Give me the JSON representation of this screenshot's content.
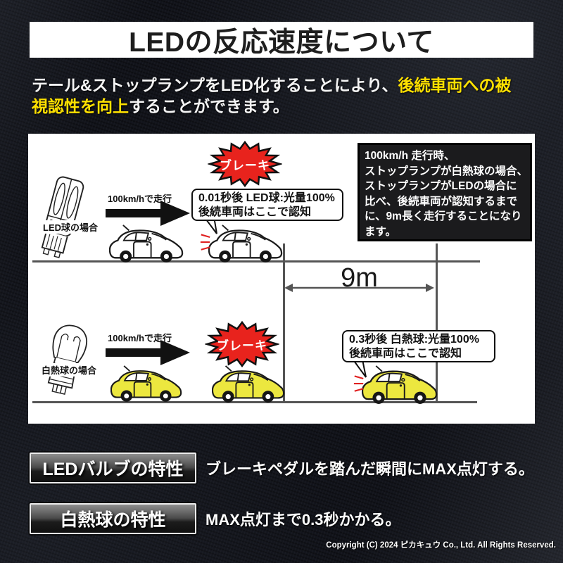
{
  "title": "LEDの反応速度について",
  "intro": {
    "line1_white": "テール&ストップランプをLED化することにより、",
    "line1_highlight": "後続車両への被",
    "line2_highlight": "視認性を向上",
    "line2_white": "することができます。"
  },
  "diagram": {
    "led_row": {
      "bulb_label": "LED球の場合",
      "speed_label": "100km/hで走行",
      "brake_label": "ブレーキ",
      "callout_line1": "0.01秒後 LED球:光量100%",
      "callout_line2": "後続車両はここで認知"
    },
    "incandescent_row": {
      "bulb_label": "白熱球の場合",
      "speed_label": "100km/hで走行",
      "brake_label": "ブレーキ",
      "callout_line1": "0.3秒後 白熱球:光量100%",
      "callout_line2": "後続車両はここで認知"
    },
    "info_box_lines": [
      "100km/h 走行時、",
      "ストップランプが白熱球の場合、",
      "ストップランプがLEDの場合に",
      "比べ、後続車両が認知するまで",
      "に、9m長く走行することになり",
      "ます。"
    ],
    "distance_label": "9m"
  },
  "features": [
    {
      "heading": "LEDバルブの特性",
      "description": "ブレーキペダルを踏んだ瞬間にMAX点灯する。"
    },
    {
      "heading": "白熱球の特性",
      "description": "MAX点灯まで0.3秒かかる。"
    }
  ],
  "copyright": "Copyright (C) 2024 ピカキュウ Co., Ltd. All Rights Reserved.",
  "colors": {
    "highlight_yellow": "#ffe100",
    "brake_red": "#e8231d",
    "car_yellow": "#ece73f"
  }
}
